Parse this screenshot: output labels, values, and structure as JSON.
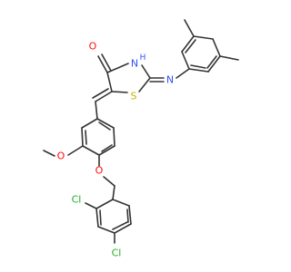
{
  "molecule": {
    "atoms": {
      "o_carbonyl": {
        "text": "O",
        "color": "#FF0D0D"
      },
      "n_ring": {
        "text": "N",
        "color": "#3050F8"
      },
      "h_ring": {
        "text": "H",
        "color": "#3050F8"
      },
      "s_ring": {
        "text": "S",
        "color": "#C8B400"
      },
      "n_imine": {
        "text": "N",
        "color": "#3050F8"
      },
      "o_methoxy": {
        "text": "O",
        "color": "#FF0D0D"
      },
      "o_ether": {
        "text": "O",
        "color": "#FF0D0D"
      },
      "cl_ortho": {
        "text": "Cl",
        "color": "#1FB01F"
      },
      "cl_para": {
        "text": "Cl",
        "color": "#1FB01F"
      }
    },
    "bond_color": "#333333"
  }
}
